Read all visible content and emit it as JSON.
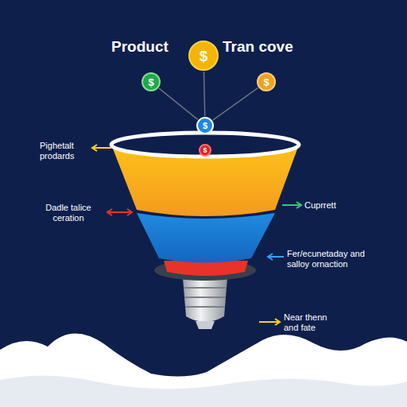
{
  "diagram": {
    "nodes": [
      {
        "text": [
          "$"
        ]
      },
      {
        "text": [
          "$"
        ]
      },
      {
        "text": [
          "$"
        ]
      },
      {
        "text": [
          "$"
        ]
      },
      {
        "text": [
          "$"
        ]
      }
    ],
    "edges": [
      {
        "from": 1,
        "to": 3,
        "arrow": "none"
      },
      {
        "from": 0,
        "to": 3,
        "arrow": "none"
      },
      {
        "from": 2,
        "to": 3,
        "arrow": "none"
      }
    ],
    "labels": [
      "Product",
      "Tran cove",
      "Pighetalt prodards",
      "Dadle talice ceration",
      "Cuprrett",
      "Fer/ecunetaday and salloy ornaction",
      "Near thenn and fate"
    ]
  }
}
